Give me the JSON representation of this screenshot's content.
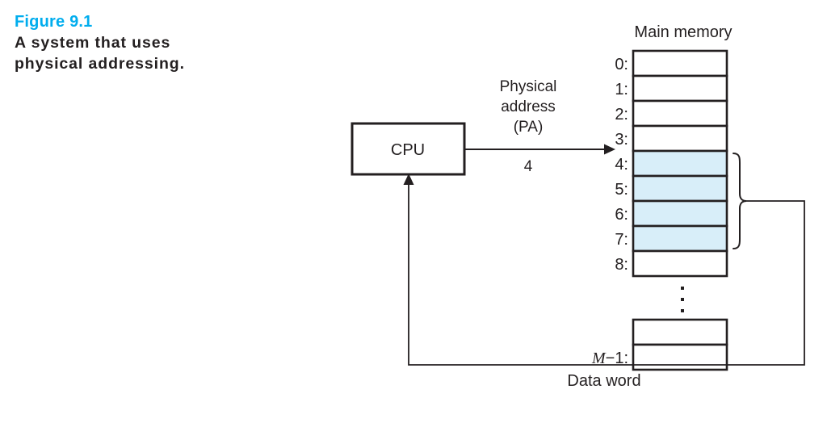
{
  "caption": {
    "figure_number": "Figure 9.1",
    "figure_text": "A system that uses physical addressing."
  },
  "diagram": {
    "cpu_label": "CPU",
    "bus_label_line1": "Physical",
    "bus_label_line2": "address",
    "bus_label_line3": "(PA)",
    "bus_value": "4",
    "memory_title": "Main memory",
    "return_label": "Data word",
    "ellipsis": "⋮",
    "last_row_label_prefix": "M",
    "last_row_label_suffix": "−1:",
    "addresses": [
      "0:",
      "1:",
      "2:",
      "3:",
      "4:",
      "5:",
      "6:",
      "7:",
      "8:"
    ],
    "highlighted_addresses": [
      "4:",
      "5:",
      "6:",
      "7:"
    ],
    "colors": {
      "figure_number": "#00adee",
      "ink": "#231f20",
      "highlight_fill": "#d8eef9",
      "cell_fill": "#ffffff"
    }
  }
}
